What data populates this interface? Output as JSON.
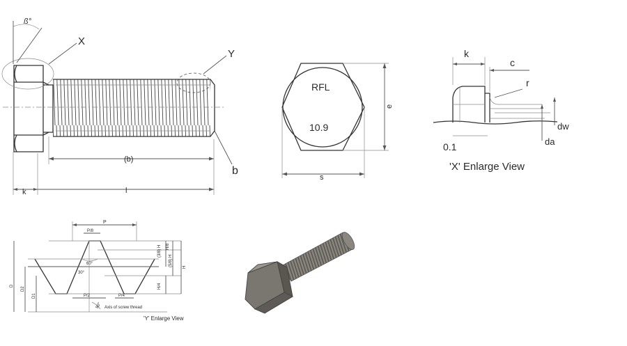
{
  "bolt_side_view": {
    "angle_label": "ß°",
    "x_callout": "X",
    "y_callout": "Y",
    "b_thread_label": "(b)",
    "b_end_label": "b",
    "k_label": "k",
    "l_label": "l"
  },
  "hex_head_view": {
    "mark_top": "RFL",
    "mark_grade": "10.9",
    "e_label": "e",
    "s_label": "s"
  },
  "x_enlarge_view": {
    "k_label": "k",
    "c_label": "c",
    "r_label": "r",
    "dw_label": "dw",
    "da_label": "da",
    "value_label": "0.1",
    "caption": "'X' Enlarge View"
  },
  "y_enlarge_view": {
    "p_label": "P",
    "p8_label": "P/8",
    "p2_label": "P/2",
    "p4_label": "P/4",
    "angle60_label": "60°",
    "angle30_label": "30°",
    "angle90_label": "90°",
    "h38_label": "(3/8) H",
    "h8_label": "H/8",
    "h58_label": "(5/8) H",
    "h4_label": "H/4",
    "h_label": "H",
    "d_label": "D",
    "d2_label": "D2",
    "d1_label": "D1",
    "axis_label": "Axis of screw thread",
    "caption": "'Y' Enlarge View"
  },
  "colors": {
    "line": "#333333",
    "bolt_body": "#7a7670",
    "bolt_dark": "#5e5a55",
    "bolt_light": "#b5b1aa"
  }
}
